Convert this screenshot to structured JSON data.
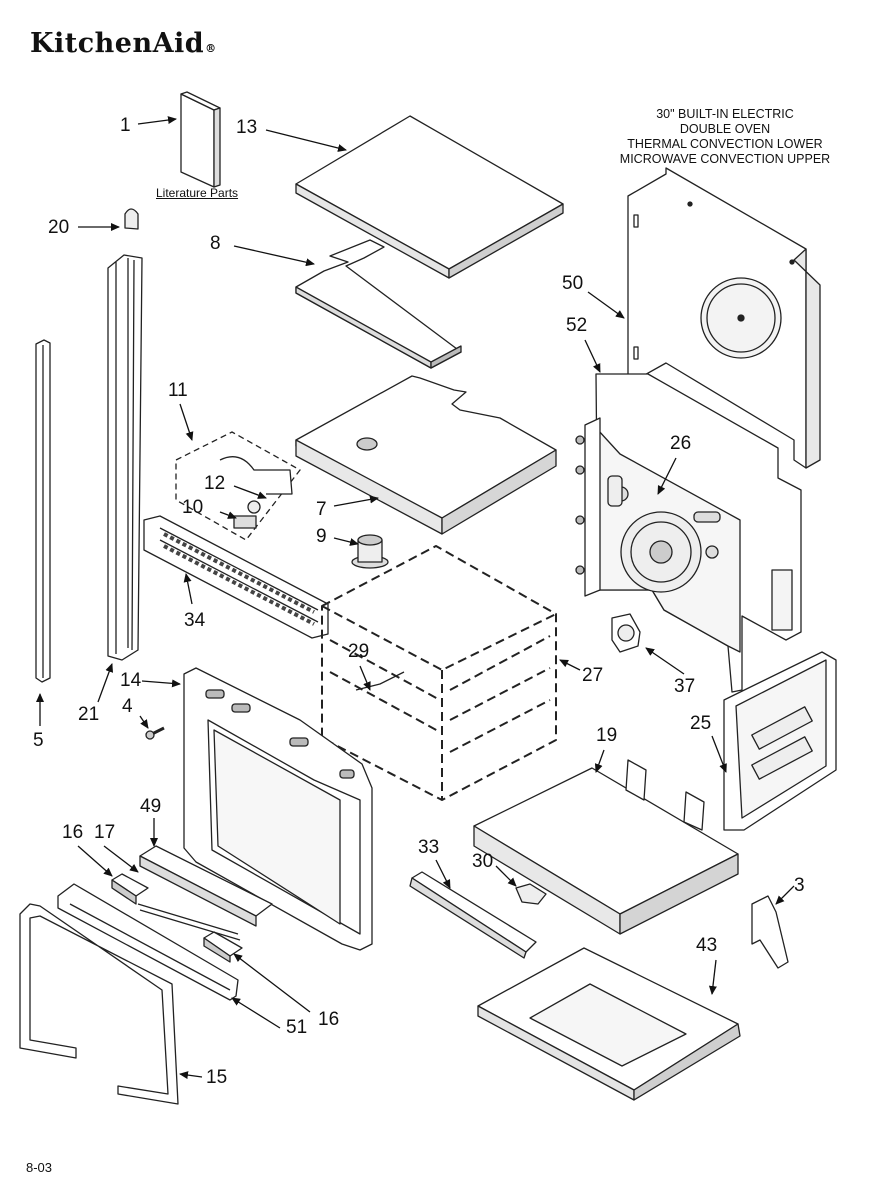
{
  "header": {
    "brand": "KitchenAid",
    "title_lines": [
      "30\" BUILT-IN ELECTRIC",
      "DOUBLE OVEN",
      "THERMAL CONVECTION LOWER",
      "MICROWAVE CONVECTION UPPER"
    ]
  },
  "literature_label": "Literature Parts",
  "footer": {
    "date_code": "8-03"
  },
  "part_numbers": {
    "p1": "1",
    "p13": "13",
    "p20": "20",
    "p8": "8",
    "p50": "50",
    "p52": "52",
    "p11": "11",
    "p26": "26",
    "p12": "12",
    "p10": "10",
    "p7": "7",
    "p9": "9",
    "p34": "34",
    "p29": "29",
    "p27": "27",
    "p37": "37",
    "p14": "14",
    "p4": "4",
    "p5": "5",
    "p21": "21",
    "p25": "25",
    "p19": "19",
    "p49": "49",
    "p16a": "16",
    "p17": "17",
    "p33": "33",
    "p30": "30",
    "p3": "3",
    "p43": "43",
    "p51": "51",
    "p16b": "16",
    "p15": "15"
  }
}
